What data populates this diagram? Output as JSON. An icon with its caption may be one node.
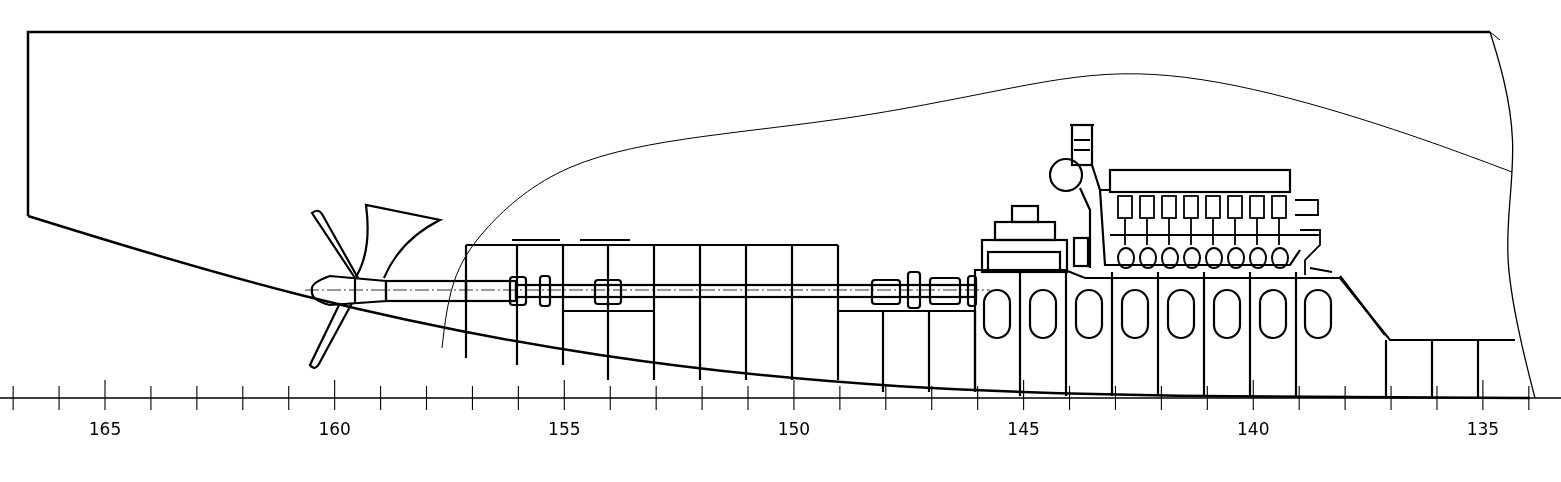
{
  "diagram": {
    "labels": [
      "165",
      "160",
      "155",
      "150",
      "145",
      "140",
      "135"
    ]
  }
}
